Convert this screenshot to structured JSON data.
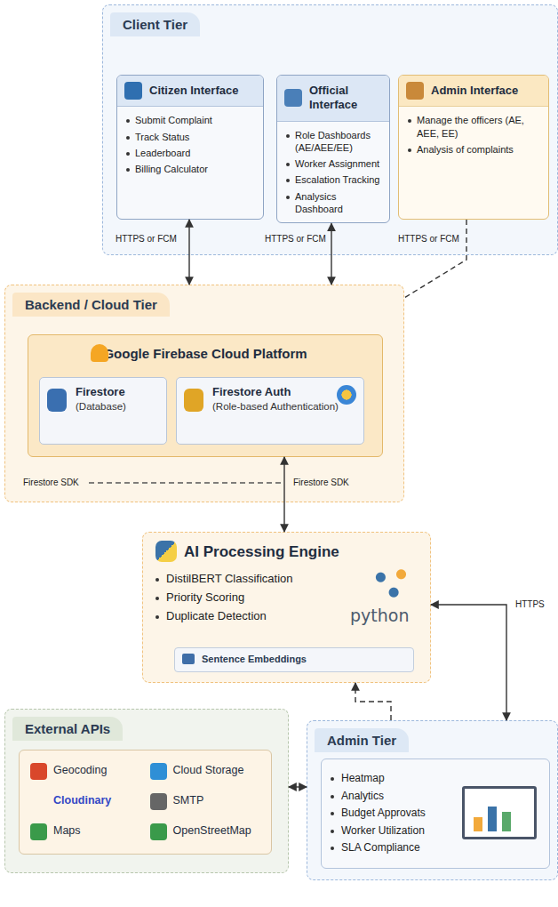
{
  "diagram": {
    "nodes": [
      {
        "text": [
          "Client Tier"
        ]
      },
      {
        "text": [
          "Citizen Interface",
          "Submit Complaint",
          "Track Status",
          "Leaderboard",
          "Billing Calculator"
        ],
        "in": 0
      },
      {
        "text": [
          "Official Interface",
          "Role Dashboards (AE/AEE/EE)",
          "Worker Assignment",
          "Escalation Tracking",
          "Analysics Dashboard"
        ],
        "in": 0
      },
      {
        "text": [
          "Admin Interface",
          "Manage the officers (AE, AEE, EE)",
          "Analysis of complaints"
        ],
        "in": 0
      },
      {
        "text": [
          "Backend / Cloud Tier"
        ]
      },
      {
        "text": [
          "Google Firebase Cloud Platform"
        ],
        "in": 4
      },
      {
        "text": [
          "Firestore",
          "(Database)"
        ],
        "in": 5
      },
      {
        "text": [
          "Firestore Auth",
          "(Role-based Authentication)"
        ],
        "in": 5
      },
      {
        "text": [
          "AI Processing Engine",
          "DistilBERT Classification",
          "Priority Scoring",
          "Duplicate Detection"
        ]
      },
      {
        "text": [
          "Sentence Embeddings"
        ],
        "in": 8
      },
      {
        "text": [
          "External APIs"
        ]
      },
      {
        "text": [
          "Geocoding",
          "Cloud Storage",
          "Cloudinary",
          "SMTP",
          "Maps",
          "OpenStreetMap"
        ],
        "in": 10
      },
      {
        "text": [
          "Admin Tier"
        ]
      },
      {
        "text": [
          "Heatmap",
          "Analytics",
          "Budget Approvats",
          "Worker Utilization",
          "SLA Compliance"
        ],
        "in": 12
      }
    ],
    "edges": [
      {
        "from": 1,
        "to": 4,
        "label": "HTTPS or FCM",
        "arrow": "both"
      },
      {
        "from": 2,
        "to": 4,
        "label": "HTTPS or FCM",
        "arrow": "both"
      },
      {
        "from": 3,
        "to": 4,
        "label": "HTTPS or FCM",
        "arrow": "none"
      },
      {
        "from": 5,
        "to": 8,
        "label": "Firestore SDK",
        "arrow": "both"
      },
      {
        "from": 8,
        "to": 12,
        "label": "HTTPS",
        "arrow": "both"
      },
      {
        "from": 12,
        "to": 8,
        "arrow": "to"
      },
      {
        "from": 10,
        "to": 12,
        "arrow": "both"
      }
    ],
    "labels": [
      "Firestore SDK",
      "python"
    ]
  }
}
